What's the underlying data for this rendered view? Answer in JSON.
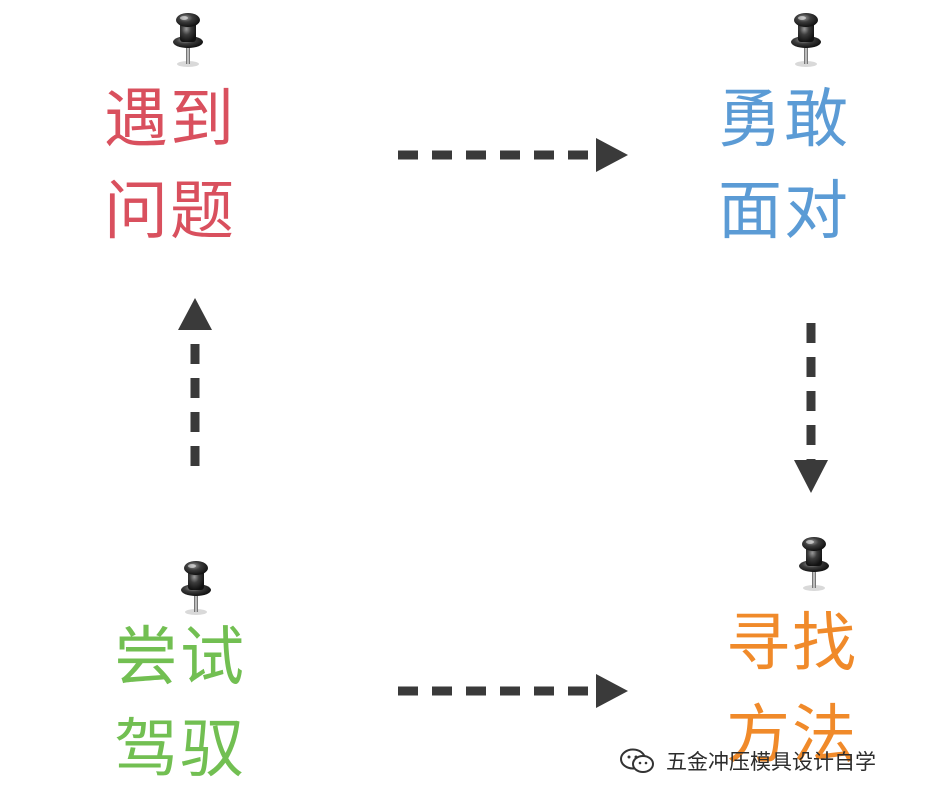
{
  "nodes": [
    {
      "line1": "遇到",
      "line2": "问题",
      "color": "#d9505e"
    },
    {
      "line1": "勇敢",
      "line2": "面对",
      "color": "#5b9bd5"
    },
    {
      "line1": "尝试",
      "line2": "驾驭",
      "color": "#72bf52"
    },
    {
      "line1": "寻找",
      "line2": "方法",
      "color": "#f08a2a"
    }
  ],
  "edges": [
    {
      "from": "遇到问题",
      "to": "勇敢面对"
    },
    {
      "from": "勇敢面对",
      "to": "寻找方法"
    },
    {
      "from": "尝试驾驭",
      "to": "寻找方法"
    },
    {
      "from": "尝试驾驭",
      "to": "遇到问题"
    }
  ],
  "arrow_color": "#3a3a3a",
  "icons": {
    "pin": "push-pin-icon",
    "watermark": "wechat-icon"
  },
  "watermark": {
    "text": "五金冲压模具设计自学"
  }
}
